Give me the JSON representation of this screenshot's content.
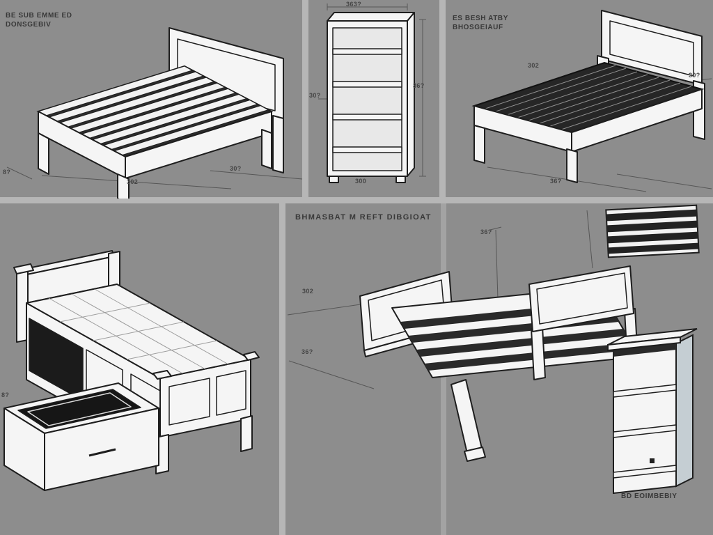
{
  "colors": {
    "background": "#8d8d8d",
    "divider": "#b6b6b6",
    "outline": "#1e1e1e",
    "furniture_fill": "#f5f5f5",
    "slat_dark": "#262626",
    "label_text": "#383838"
  },
  "panels": {
    "top_left": {
      "caption_line1": "BE SUB EMME ED",
      "caption_line2": "DONSGEBIV",
      "dim_left": "8?",
      "dim_bottom": "302",
      "dim_right": "30?"
    },
    "top_middle": {
      "dim_top": "363?",
      "dim_left": "30?",
      "dim_right": "36?",
      "dim_bottom": "300"
    },
    "top_right": {
      "caption_line1": "ES BESH ATBY",
      "caption_line2": "BHOSGEIAUF",
      "dim_top": "302",
      "dim_right": "30?",
      "dim_bottom": "36?"
    },
    "bottom_left": {
      "dim_left": "8?"
    },
    "bottom_right": {
      "title": "BHMASBAT M REFT DIBGIOAT",
      "dim_vertical": "36?",
      "dim_diag_upper": "302",
      "dim_diag_lower": "36?",
      "caption": "BD EOIMBEBIY"
    }
  }
}
